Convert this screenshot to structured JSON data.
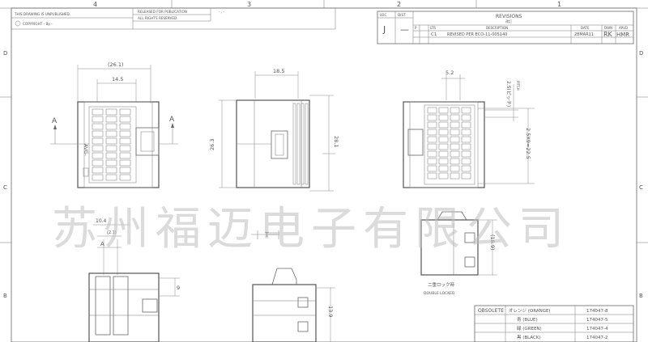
{
  "border": {
    "top_zones": [
      "4",
      "3",
      "2",
      "1"
    ],
    "side_zones": [
      "D",
      "C",
      "B"
    ]
  },
  "title_notes": {
    "line1": "THIS DRAWING IS UNPUBLISHED.",
    "line2": "COPYRIGHT  -     By  -",
    "released_line1": "RELEASED FOR PUBLICATION",
    "released_line2": "ALL RIGHTS RESERVED.",
    "released_mark": "- , -"
  },
  "revisions": {
    "loc_label": "LOC",
    "dist_label": "DIST",
    "loc_value": "J",
    "dist_value": "—",
    "title": "REVISIONS",
    "subtitle": "改訂",
    "col_p": "P",
    "col_ltr": "LTR",
    "col_desc": "DESCRIPTION",
    "col_date": "DATE",
    "col_dwn": "DWN",
    "col_apvd": "APVD",
    "rows": [
      {
        "ltr": "C1",
        "desc": "REVISED PER ECO-11-005140",
        "date": "28MAR11",
        "dwn": "RK",
        "apvd": "HMR"
      }
    ]
  },
  "dimensions": {
    "width_overall": "(26.1)",
    "width_inner": "14.5",
    "section_mark": "A",
    "part_label": "AVG-",
    "side_width": "18.5",
    "height_left": "26.3",
    "height_right": "28.1",
    "top_pitch": "5.2",
    "pitch_note": "2.5(ピッチ)",
    "pitch_sub": "PITCH",
    "pitch_total": "2.5X9=22.5",
    "lower_top": "10.4",
    "lower_top2": "(2.1)",
    "lower_side": "9",
    "tee_mark": "T",
    "profile_height": "13.9",
    "rear_height": "(18.9)",
    "double_lock_jp": "二重ロック時",
    "double_lock_en": "DOUBLE LOCKED"
  },
  "watermark": "苏州福迈电子有限公司",
  "color_table": {
    "header": "OBSOLETE",
    "rows": [
      {
        "color": "オレンジ (ORANGE)",
        "part": "174047-8"
      },
      {
        "color": "青 (BLUE)",
        "part": "174047-5"
      },
      {
        "color": "緑 (GREEN)",
        "part": "174047-4"
      },
      {
        "color": "黒 (BLACK)",
        "part": "174047-2"
      }
    ]
  }
}
